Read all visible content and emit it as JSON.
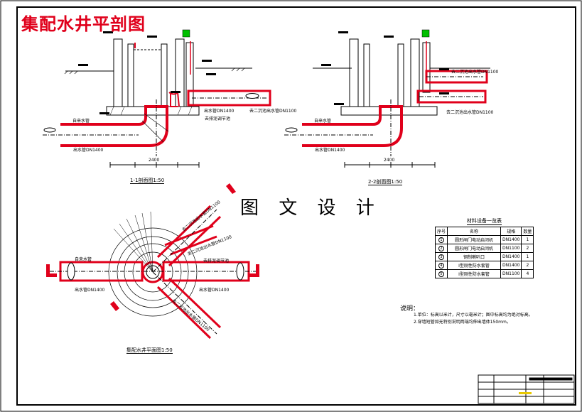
{
  "drawing": {
    "title": "集配水井平剖图",
    "brand": "图 文 设 计"
  },
  "section_1": {
    "caption": "1-1剖面图1:50",
    "labels": {
      "inlet_pipe": "自来水管",
      "outlet_pipe": "出水管DN1400",
      "outlet_pipe_2": "出水管DN1400",
      "to_secondary": "去二沉池出水管DN1100",
      "overflow": "去排泥调节池",
      "dim_total": "2400"
    }
  },
  "section_2": {
    "caption": "2-2剖面图1:50",
    "labels": {
      "inlet_pipe": "自来水管",
      "outlet_pipe": "出水管DN1400",
      "to_secondary_1": "去二沉池出水管DN1100",
      "to_secondary_2": "去二沉池出水管DN1100",
      "dim_total": "2400"
    }
  },
  "plan": {
    "caption": "集配水井平面图1:50",
    "labels": {
      "inlet_pipe": "自来水管",
      "outlet_pipe": "出水管DN1400",
      "overflow": "去排泥调节池",
      "branch_a": "去二沉池出水管DN1100",
      "branch_b": "去二沉池出水管DN1100",
      "branch_c": "去二沉池出水管DN1100"
    }
  },
  "material_table": {
    "title": "材料设备一览表",
    "headers": [
      "序号",
      "名称",
      "规格",
      "数量"
    ],
    "rows": [
      {
        "no": "1",
        "name": "圆形闸门电动启闭机",
        "spec": "DN1400",
        "qty": "1"
      },
      {
        "no": "2",
        "name": "圆形闸门电动启闭机",
        "spec": "DN1100",
        "qty": "2"
      },
      {
        "no": "3",
        "name": "钢制喇叭口",
        "spec": "DN1400",
        "qty": "1"
      },
      {
        "no": "4",
        "name": "I型刚性防水套管",
        "spec": "DN1400",
        "qty": "2"
      },
      {
        "no": "5",
        "name": "I型刚性防水套管",
        "spec": "DN1100",
        "qty": "4"
      }
    ]
  },
  "notes": {
    "heading": "说明：",
    "items": [
      "1.单位：标高以米计，尺寸以毫米计；图中标高均为绝对标高。",
      "2.穿墙短管如无特别说明两端均伸出墙体150mm。"
    ]
  }
}
